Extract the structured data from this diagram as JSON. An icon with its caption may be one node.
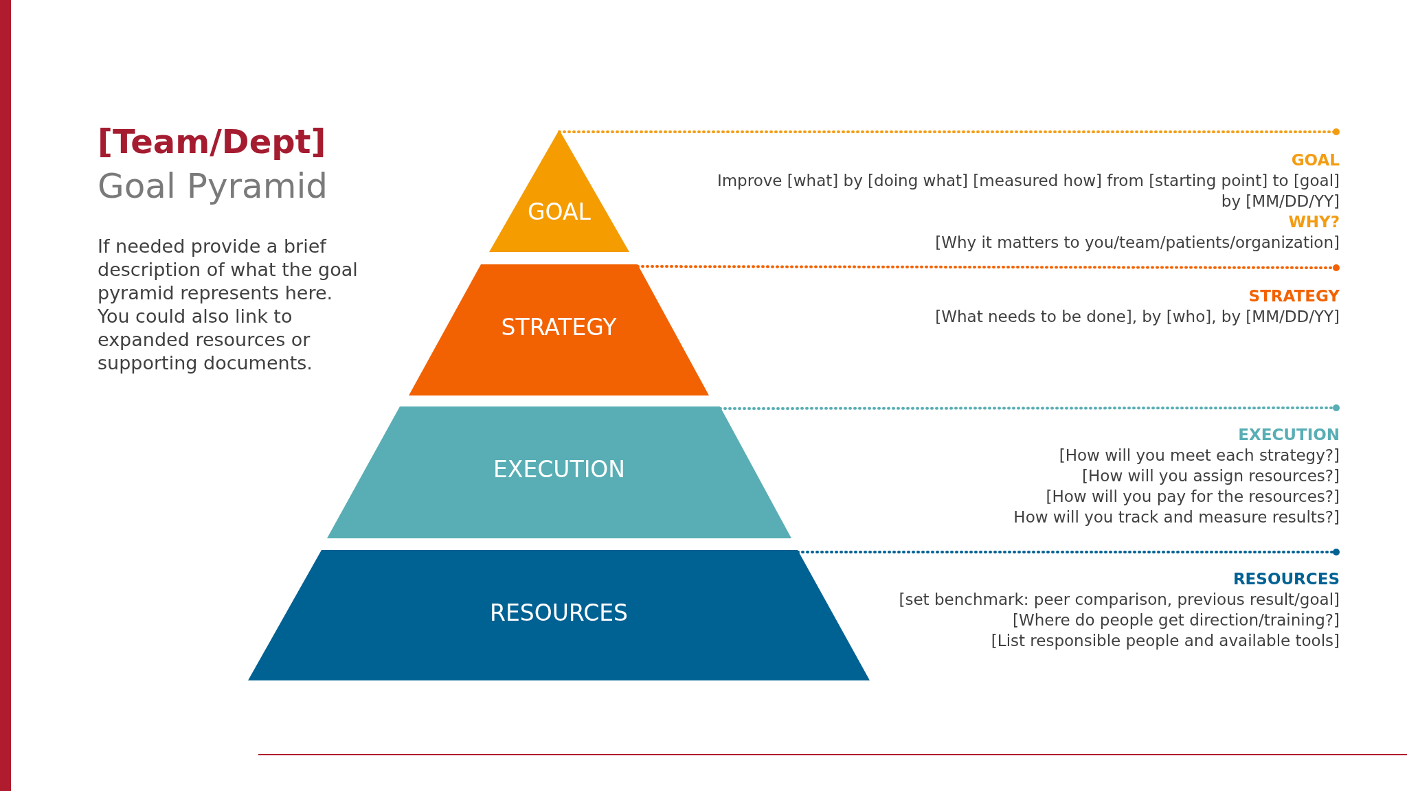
{
  "diagram": {
    "title": "[Team/Dept]",
    "nodes": [
      {
        "text": [
          "GOAL"
        ]
      },
      {
        "text": [
          "STRATEGY"
        ]
      },
      {
        "text": [
          "EXECUTION"
        ]
      },
      {
        "text": [
          "RESOURCES"
        ]
      },
      {
        "text": [
          "GOAL",
          "Improve [what] by [doing what] [measured how] from [starting point] to [goal] by [MM/DD/YY]",
          "WHY?",
          "[Why it matters to you/team/patients/organization]"
        ]
      },
      {
        "text": [
          "STRATEGY",
          "[What needs to be done], by [who], by [MM/DD/YY]"
        ]
      },
      {
        "text": [
          "EXECUTION",
          "[How will you meet each strategy?]",
          "[How will you assign resources?]",
          "[How will you pay for the resources?]",
          "How will you track and measure results?]"
        ]
      },
      {
        "text": [
          "RESOURCES",
          "[set benchmark: peer comparison, previous result/goal]",
          "[Where do people get direction/training?]",
          "[List responsible people and available tools]"
        ]
      }
    ],
    "edges": [
      {
        "from": 0,
        "to": 4,
        "arrow": "other",
        "style": "dashed",
        "color": "#f39c12"
      },
      {
        "from": 1,
        "to": 5,
        "arrow": "other",
        "style": "dashed",
        "color": "#f26202"
      },
      {
        "from": 2,
        "to": 6,
        "arrow": "other",
        "style": "dashed",
        "color": "#58aeb4"
      },
      {
        "from": 3,
        "to": 7,
        "arrow": "other",
        "style": "dashed",
        "color": "#006193"
      }
    ],
    "labels": [
      "Goal Pyramid",
      "If needed provide a brief description of what the goal pyramid represents here. You could also link to expanded resources or supporting documents."
    ]
  }
}
